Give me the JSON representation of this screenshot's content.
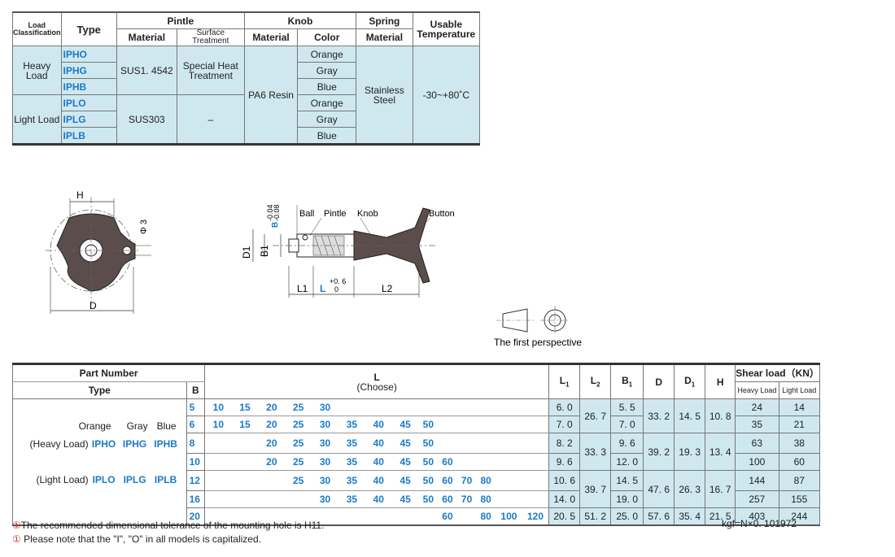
{
  "spec_table": {
    "headers": {
      "load_classification": "Load Classification",
      "type": "Type",
      "pintle": "Pintle",
      "knob": "Knob",
      "spring": "Spring",
      "usable_temperature": "Usable Temperature",
      "pintle_material": "Material",
      "pintle_surface": "Surface Treatment",
      "knob_material": "Material",
      "knob_color": "Color",
      "spring_material": "Material"
    },
    "heavy_load": "Heavy Load",
    "light_load": "Light Load",
    "types": [
      "IPHO",
      "IPHG",
      "IPHB",
      "IPLO",
      "IPLG",
      "IPLB"
    ],
    "colors": [
      "Orange",
      "Gray",
      "Blue",
      "Orange",
      "Gray",
      "Blue"
    ],
    "heavy_pintle_material": "SUS1. 4542",
    "heavy_pintle_surface": "Special Heat Treatment",
    "light_pintle_material": "SUS303",
    "light_pintle_surface": "–",
    "knob_material": "PA6 Resin",
    "spring_material": "Stainless Steel",
    "usable_temperature": "-30~+80˚C"
  },
  "drawing": {
    "front_h": "H",
    "front_phi3": "Φ 3",
    "front_d": "D",
    "side_b": "B",
    "side_b_tol_top": "-0.04",
    "side_b_tol_bot": "-0.08",
    "ball": "Ball",
    "pintle": "Pintle",
    "knob": "Knob",
    "button": "Button",
    "d1": "D1",
    "b1": "B1",
    "l1": "L1",
    "l": "L",
    "l_tol_top": "+0. 6",
    "l_tol_bot": "0",
    "l2": "L2",
    "first_perspective": "The first perspective"
  },
  "dims_table": {
    "headers": {
      "part_number": "Part Number",
      "type": "Type",
      "b": "B",
      "l": "L",
      "l_choose": "(Choose)",
      "l1": "L",
      "l1_sub": "1",
      "l2": "L",
      "l2_sub": "2",
      "b1": "B",
      "b1_sub": "1",
      "d": "D",
      "d1": "D",
      "d1_sub": "1",
      "h": "H",
      "shear": "Shear load（KN）",
      "heavy": "Heavy Load",
      "light": "Light Load"
    },
    "color_row": [
      "Orange",
      "Gray",
      "Blue"
    ],
    "heavy_label": "(Heavy Load)",
    "heavy_types": [
      "IPHO",
      "IPHG",
      "IPHB"
    ],
    "light_label": "(Light Load)",
    "light_types": [
      "IPLO",
      "IPLG",
      "IPLB"
    ],
    "rows": [
      {
        "b": "5",
        "l": [
          "10",
          "15",
          "20",
          "25",
          "30",
          "",
          "",
          "",
          "",
          "",
          "",
          "",
          "",
          ""
        ],
        "l1": "6. 0",
        "b1": "5. 5",
        "heavy": "24",
        "light": "14"
      },
      {
        "b": "6",
        "l": [
          "10",
          "15",
          "20",
          "25",
          "30",
          "35",
          "40",
          "45",
          "50",
          "",
          "",
          "",
          "",
          ""
        ],
        "l1": "7. 0",
        "b1": "7. 0",
        "heavy": "35",
        "light": "21"
      },
      {
        "b": "8",
        "l": [
          "",
          "",
          "20",
          "25",
          "30",
          "35",
          "40",
          "45",
          "50",
          "",
          "",
          "",
          "",
          ""
        ],
        "l1": "8. 2",
        "b1": "9. 6",
        "heavy": "63",
        "light": "38"
      },
      {
        "b": "10",
        "l": [
          "",
          "",
          "20",
          "25",
          "30",
          "35",
          "40",
          "45",
          "50",
          "60",
          "",
          "",
          "",
          ""
        ],
        "l1": "9. 6",
        "b1": "12. 0",
        "heavy": "100",
        "light": "60"
      },
      {
        "b": "12",
        "l": [
          "",
          "",
          "",
          "25",
          "30",
          "35",
          "40",
          "45",
          "50",
          "60",
          "70",
          "80",
          "",
          ""
        ],
        "l1": "10. 6",
        "b1": "14. 5",
        "heavy": "144",
        "light": "87"
      },
      {
        "b": "16",
        "l": [
          "",
          "",
          "",
          "",
          "30",
          "35",
          "40",
          "45",
          "50",
          "60",
          "70",
          "80",
          "",
          ""
        ],
        "l1": "14. 0",
        "b1": "19. 0",
        "heavy": "257",
        "light": "155"
      },
      {
        "b": "20",
        "l": [
          "",
          "",
          "",
          "",
          "",
          "",
          "",
          "",
          "",
          "60",
          "",
          "80",
          "100",
          "120"
        ],
        "l1": "20. 5",
        "b1": "25. 0",
        "heavy": "403",
        "light": "244"
      }
    ],
    "groups": [
      {
        "l2": "26. 7",
        "d": "33. 2",
        "d1": "14. 5",
        "h": "10. 8"
      },
      {
        "l2": "33. 3",
        "d": "39. 2",
        "d1": "19. 3",
        "h": "13. 4"
      },
      {
        "l2": "39. 7",
        "d": "47. 6",
        "d1": "26. 3",
        "h": "16. 7"
      }
    ],
    "last_row": {
      "l2": "51. 2",
      "d": "57. 6",
      "d1": "35. 4",
      "h": "21. 5"
    }
  },
  "notes": {
    "note1": "The recommended dimensional tolerance of the mounting hole is H11.",
    "note2": "Please note that the \"I\", \"O\"  in all models is capitalized.",
    "note_mark": "①",
    "conversion": "kgf=N×0. 101972"
  },
  "colors": {
    "cyan_fill": "#cfe8ef",
    "blue_text": "#1a7ac8"
  }
}
